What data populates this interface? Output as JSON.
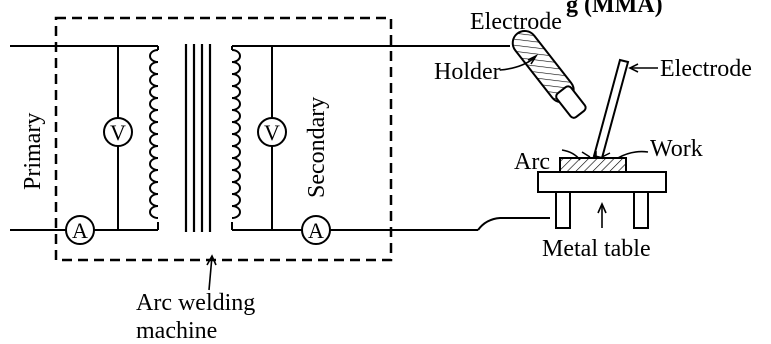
{
  "header_fragment": "g (MMA)",
  "labels": {
    "primary": "Primary",
    "secondary": "Secondary",
    "electrode_top": "Electrode",
    "holder": "Holder",
    "electrode_side": "Electrode",
    "arc": "Arc",
    "work": "Work",
    "metal_table": "Metal table",
    "machine_line1": "Arc  welding",
    "machine_line2": "machine"
  },
  "meters": {
    "voltmeter": "V",
    "ammeter": "A"
  },
  "colors": {
    "ink": "#000000",
    "background": "#ffffff"
  }
}
